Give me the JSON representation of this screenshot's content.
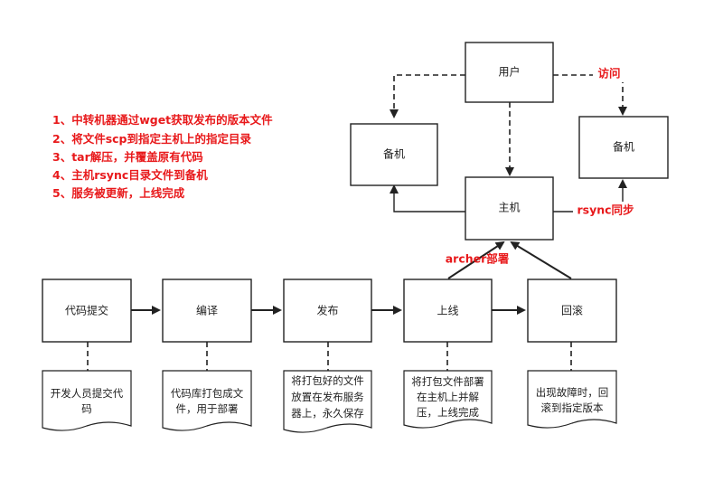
{
  "colors": {
    "annotation": "#e8191b",
    "stroke": "#222222",
    "box_fill": "#ffffff"
  },
  "steps": [
    {
      "label": "1、中转机器通过wget获取发布的版本文件"
    },
    {
      "label": "2、将文件scp到指定主机上的指定目录"
    },
    {
      "label": "3、tar解压，并覆盖原有代码"
    },
    {
      "label": "4、主机rsync目录文件到备机"
    },
    {
      "label": "5、服务被更新，上线完成"
    }
  ],
  "nodes": {
    "user": "用户",
    "standby_left": "备机",
    "standby_right": "备机",
    "host": "主机"
  },
  "edge_labels": {
    "visit": "访问",
    "rsync": "rsync同步",
    "archer": "archer部署"
  },
  "pipeline": [
    {
      "label": "代码提交",
      "note": [
        "开发人员提交代",
        "码"
      ]
    },
    {
      "label": "编译",
      "note": [
        "代码库打包成文",
        "件，用于部署"
      ]
    },
    {
      "label": "发布",
      "note": [
        "将打包好的文件",
        "放置在发布服务",
        "器上，永久保存"
      ]
    },
    {
      "label": "上线",
      "note": [
        "将打包文件部署",
        "在主机上并解",
        "压，上线完成"
      ]
    },
    {
      "label": "回滚",
      "note": [
        "出现故障时，回",
        "滚到指定版本"
      ]
    }
  ]
}
